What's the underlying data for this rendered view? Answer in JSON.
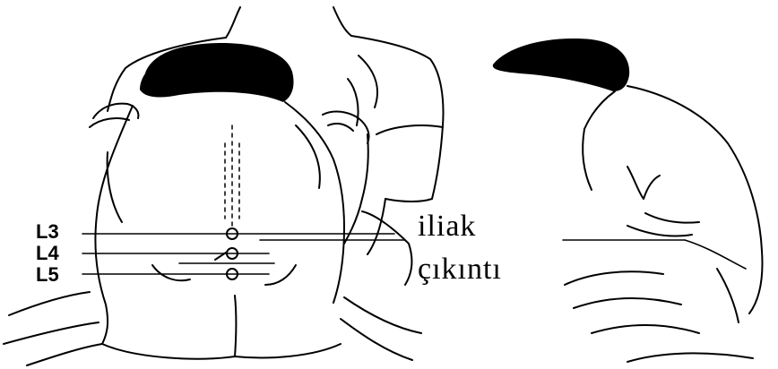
{
  "labels": {
    "l3": "L3",
    "l4": "L4",
    "l5": "L5",
    "iliac_line1": "iliak",
    "iliac_line2": "çıkıntı"
  },
  "colors": {
    "ink": "#000000",
    "background": "#ffffff"
  }
}
